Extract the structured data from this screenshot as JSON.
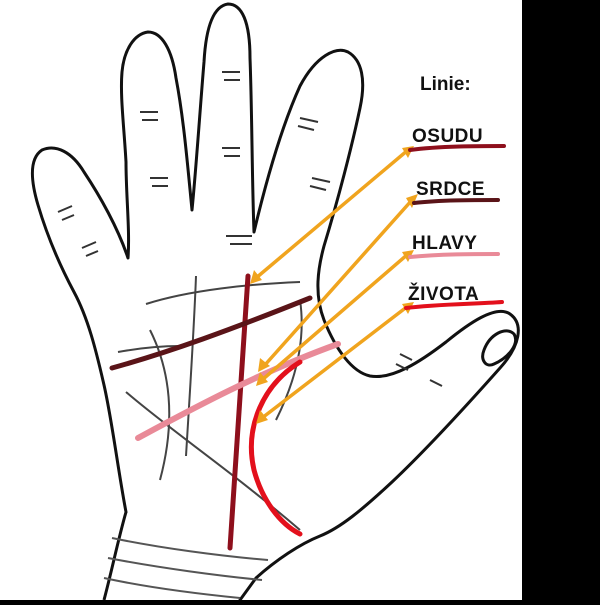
{
  "legend": {
    "title": "Linie:",
    "items": [
      {
        "label": "OSUDU",
        "color": "#8e0f1c"
      },
      {
        "label": "SRDCE",
        "color": "#5a1418"
      },
      {
        "label": "HLAVY",
        "color": "#e98a98"
      },
      {
        "label": "ŽIVOTA",
        "color": "#e3101c"
      }
    ]
  },
  "colors": {
    "arrow": "#f0a41e",
    "outline": "#111111",
    "background": "#000000",
    "panel": "#ffffff"
  }
}
